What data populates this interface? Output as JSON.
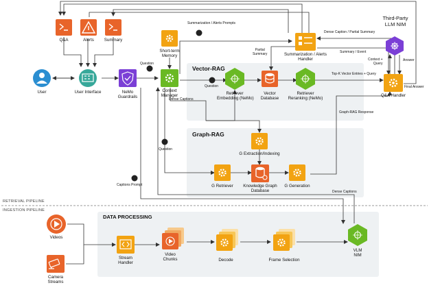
{
  "colors": {
    "orange": "#f2a312",
    "red_orange": "#e8642a",
    "blue": "#2b8ed1",
    "teal": "#37a89a",
    "green": "#6ab924",
    "purple": "#7b3fd6",
    "panel": "#eef1f3"
  },
  "nodes": {
    "qa": "Q&A",
    "alerts": "Alerts",
    "summary": "Summary",
    "user": "User",
    "user_interface": "User Interface",
    "nemo_guardrails": "NeMo\nGuardrails",
    "short_term_memory": "Short-term\nMemory",
    "context_manager": "Context\nManager",
    "third_party_llm": "Third-Party\nLLM NIM",
    "summarization_handler": "Summarization / Alerts\nHandler",
    "qa_handler": "Q&A Handler",
    "retriever_embedding": "Retriever\nEmbedding (NeMo)",
    "vector_database": "Vector\nDatabase",
    "retriever_reranking": "Retriever\nReranking (NeMo)",
    "g_extraction": "G Extraction/Indexing",
    "g_retriever": "G Retriever",
    "knowledge_graph_db": "Knowledge Graph\nDatabase",
    "g_generation": "G Generation",
    "videos": "Videos",
    "camera_streams": "Camera\nStreams",
    "stream_handler": "Stream\nHandler",
    "video_chunks": "Video\nChunks",
    "decode": "Decode",
    "frame_selection": "Frame Selection",
    "vlm_nim": "VLM\nNIM"
  },
  "sections": {
    "vector_rag": "Vector-RAG",
    "graph_rag": "Graph-RAG",
    "data_processing": "DATA PROCESSING"
  },
  "pipelines": {
    "retrieval": "RETRIEVAL PIPELINE",
    "ingestion": "INGESTION PIPELINE"
  },
  "edge_labels": {
    "question_1": "Question",
    "question_2": "Question",
    "question_3": "Question",
    "dense_captions_1": "Dense Captions",
    "dense_captions_2": "Dense Captions",
    "captions_prompt": "Captions Prompt",
    "summ_alert_prompts": "Summarization / Alerts Prompts",
    "partial_summary": "Partial\nSummary",
    "dense_caption_partial": "Dense Caption / Partial Summary",
    "summary_event": "Summary / Event",
    "topk": "Top-K Vector Entries + Query",
    "context_query": "Context +\nQuery",
    "answer": "Answer",
    "final_answer": "Final Answer",
    "graph_rag_response": "Graph-RAG Response"
  }
}
